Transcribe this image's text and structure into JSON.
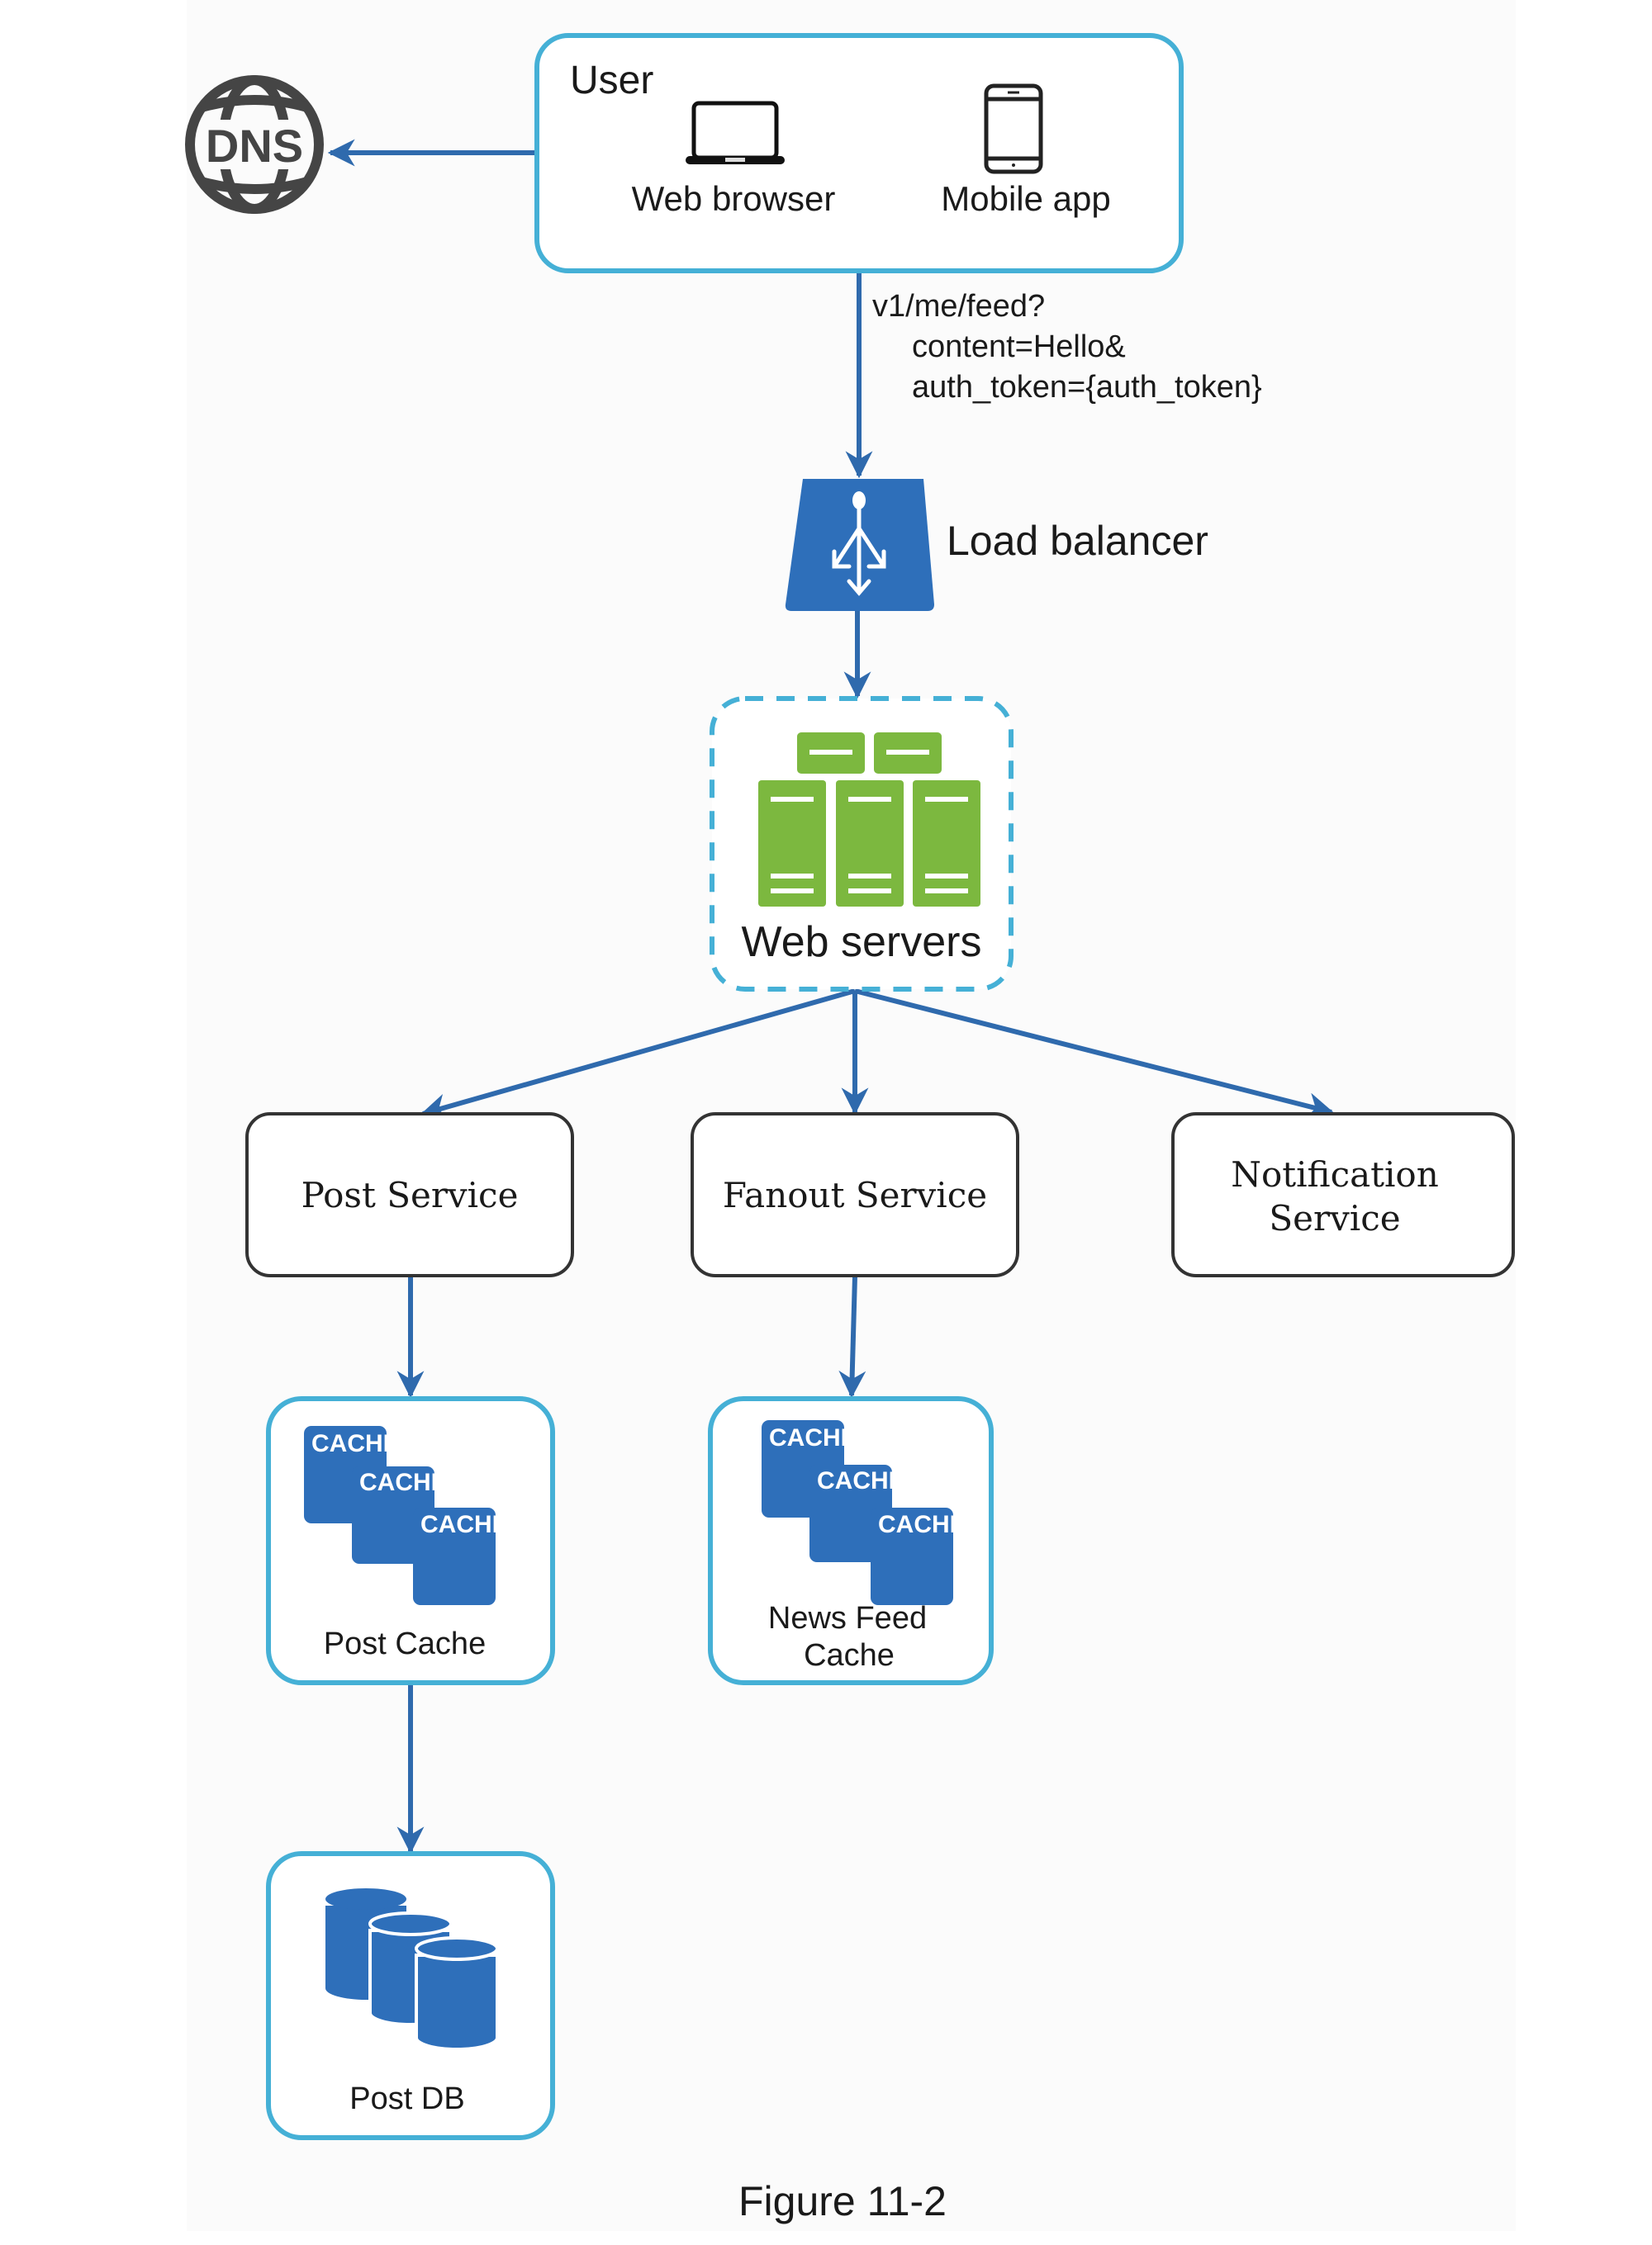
{
  "figure": {
    "caption": "Figure 11-2"
  },
  "colors": {
    "arrow": "#2f6aad",
    "container_border": "#45b0d6",
    "service_border": "#333333",
    "icon_blue": "#2e6fba",
    "server_green": "#7cb83f",
    "dns_gray": "#444444"
  },
  "nodes": {
    "dns": {
      "label": "DNS",
      "icon": "globe-icon"
    },
    "user": {
      "title": "User",
      "clients": [
        {
          "label": "Web browser",
          "icon": "laptop-icon"
        },
        {
          "label": "Mobile app",
          "icon": "mobile-phone-icon"
        }
      ]
    },
    "request": {
      "lines": [
        "v1/me/feed?",
        "content=Hello&",
        "auth_token={auth_token}"
      ]
    },
    "load_balancer": {
      "label": "Load balancer",
      "icon": "load-balancer-icon"
    },
    "web_servers": {
      "label": "Web servers",
      "icon": "server-rack-icon"
    },
    "services": [
      {
        "label_lines": [
          "Post Service"
        ]
      },
      {
        "label_lines": [
          "Fanout Service"
        ]
      },
      {
        "label_lines": [
          "Notification",
          "Service"
        ]
      }
    ],
    "post_cache": {
      "label_lines": [
        "Post Cache"
      ],
      "cache_tiles": [
        "CACHE",
        "CACHE",
        "CACHE"
      ]
    },
    "news_feed_cache": {
      "label_lines": [
        "News Feed",
        "Cache"
      ],
      "cache_tiles": [
        "CACHE",
        "CACHE",
        "CACHE"
      ]
    },
    "post_db": {
      "label": "Post DB",
      "icon": "database-icon"
    }
  },
  "edges": [
    {
      "from": "user",
      "to": "dns"
    },
    {
      "from": "user",
      "to": "load_balancer",
      "label": "v1/me/feed? content=Hello& auth_token={auth_token}"
    },
    {
      "from": "load_balancer",
      "to": "web_servers"
    },
    {
      "from": "web_servers",
      "to": "post_service"
    },
    {
      "from": "web_servers",
      "to": "fanout_service"
    },
    {
      "from": "web_servers",
      "to": "notification_service"
    },
    {
      "from": "post_service",
      "to": "post_cache"
    },
    {
      "from": "fanout_service",
      "to": "news_feed_cache"
    },
    {
      "from": "post_cache",
      "to": "post_db"
    }
  ]
}
